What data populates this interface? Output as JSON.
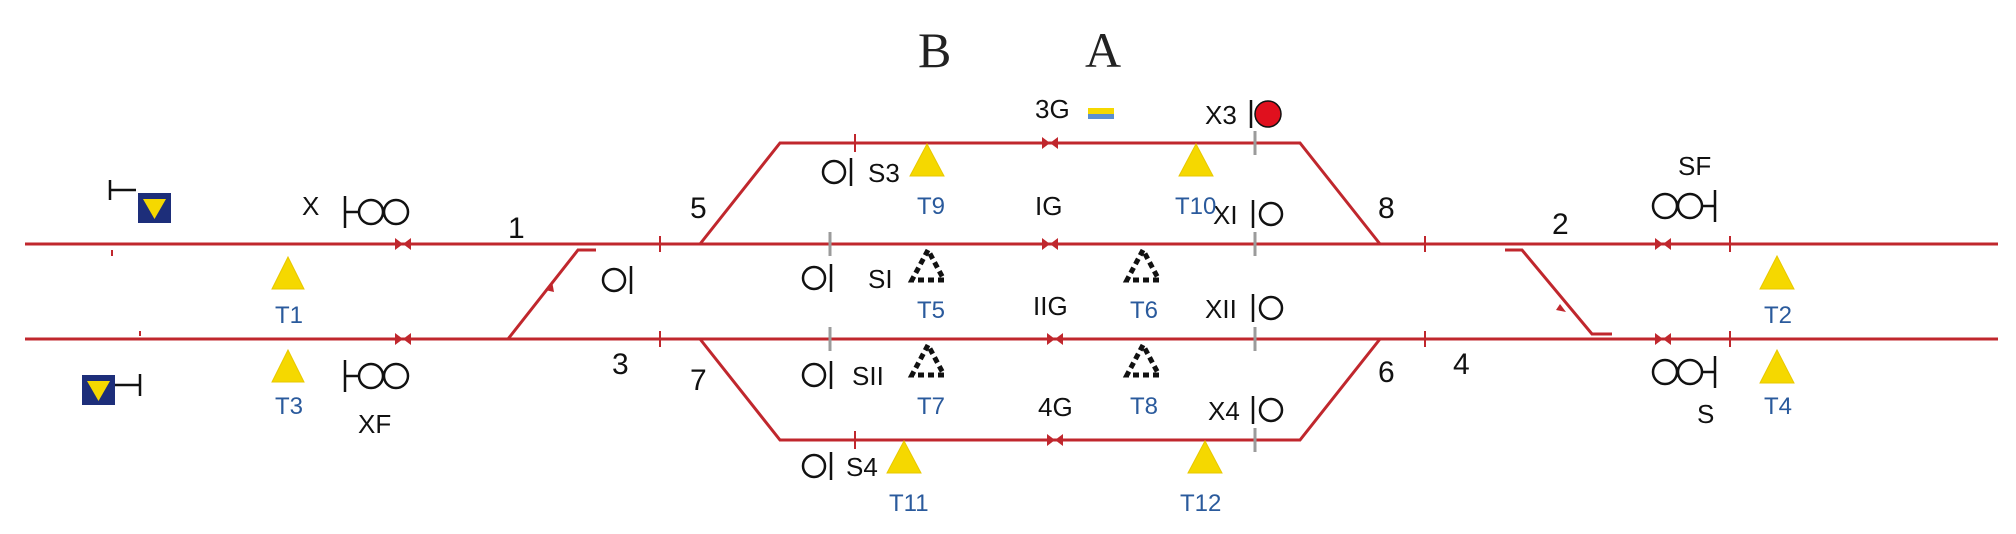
{
  "section_labels": {
    "b": "B",
    "a": "A"
  },
  "track_labels": {
    "g3": "3G",
    "gI": "IG",
    "gII": "IIG",
    "g4": "4G"
  },
  "switch_numbers": {
    "n1": "1",
    "n2": "2",
    "n3": "3",
    "n4": "4",
    "n5": "5",
    "n6": "6",
    "n7": "7",
    "n8": "8"
  },
  "signal_labels": {
    "x": "X",
    "xf": "XF",
    "sf": "SF",
    "s": "S",
    "s3": "S3",
    "sI": "SI",
    "sII": "SII",
    "s4": "S4",
    "x3": "X3",
    "xI": "XI",
    "xII": "XII",
    "x4": "X4"
  },
  "transponders": {
    "t1": "T1",
    "t2": "T2",
    "t3": "T3",
    "t4": "T4",
    "t5": "T5",
    "t6": "T6",
    "t7": "T7",
    "t8": "T8",
    "t9": "T9",
    "t10": "T10",
    "t11": "T11",
    "t12": "T12"
  },
  "colors": {
    "track": "#c0272d",
    "transponder_fill": "#f5d800",
    "transponder_text": "#2a5a9c",
    "signal_stop": "#e0101e",
    "block_fill": "#1d2e7a"
  }
}
